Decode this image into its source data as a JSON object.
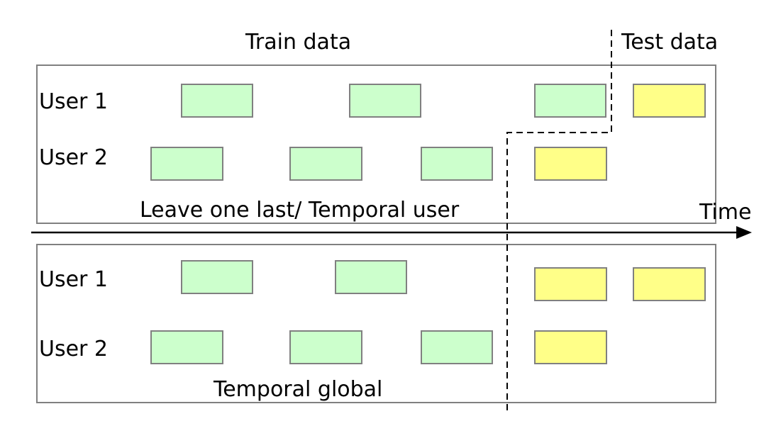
{
  "header": {
    "train_label": "Train data",
    "test_label": "Test data"
  },
  "axis": {
    "time_label": "Time"
  },
  "panels": [
    {
      "caption": "Leave one last/ Temporal user",
      "users": [
        {
          "label": "User 1",
          "items": [
            "train",
            "train",
            "train",
            "test"
          ]
        },
        {
          "label": "User 2",
          "items": [
            "train",
            "train",
            "train",
            "test"
          ]
        }
      ]
    },
    {
      "caption": "Temporal global",
      "users": [
        {
          "label": "User 1",
          "items": [
            "train",
            "train",
            "test",
            "test"
          ]
        },
        {
          "label": "User 2",
          "items": [
            "train",
            "train",
            "train",
            "test"
          ]
        }
      ]
    }
  ],
  "colors": {
    "train": "#ccffcc",
    "test": "#ffff88",
    "border": "#808080",
    "line": "#000000"
  }
}
